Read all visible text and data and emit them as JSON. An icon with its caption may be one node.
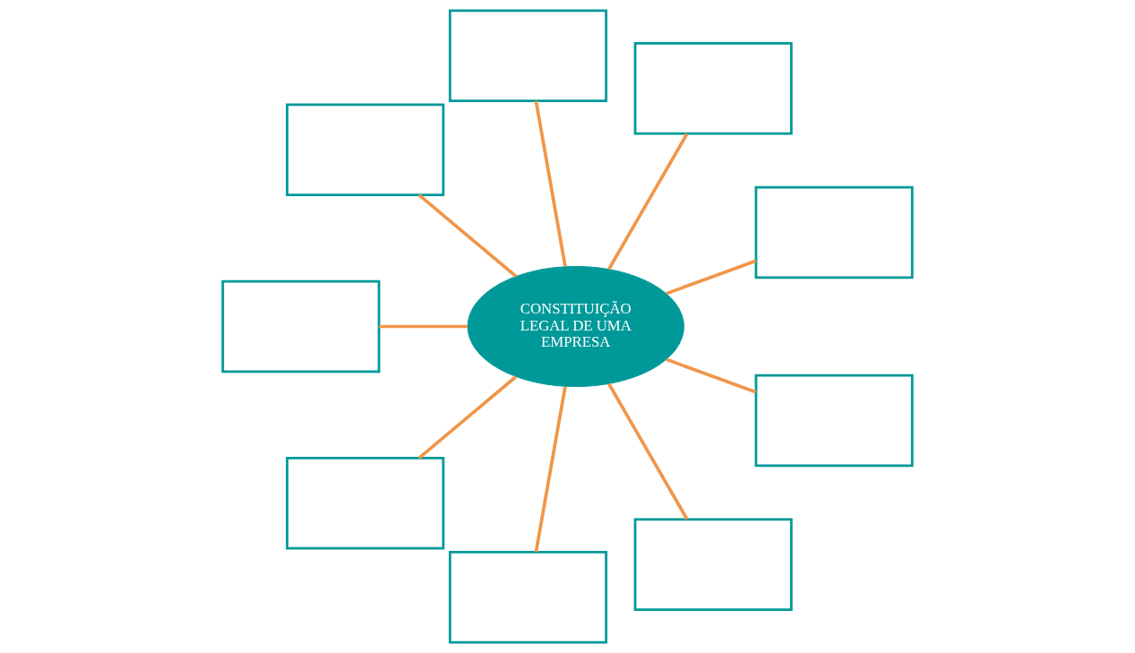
{
  "diagram": {
    "nodes": [
      {
        "text": [
          "CONSTITUIÇÃO LEGAL DE UMA EMPRESA"
        ]
      },
      {
        "text": [],
        "shape": "box"
      },
      {
        "text": [],
        "shape": "box"
      },
      {
        "text": [],
        "shape": "box"
      },
      {
        "text": [],
        "shape": "box"
      },
      {
        "text": [],
        "shape": "box"
      },
      {
        "text": [],
        "shape": "box"
      },
      {
        "text": [],
        "shape": "box"
      },
      {
        "text": [],
        "shape": "box"
      },
      {
        "text": [],
        "shape": "box"
      }
    ],
    "edges": [
      {
        "from": 0,
        "to": 1,
        "arrow": "none"
      },
      {
        "from": 0,
        "to": 2,
        "arrow": "none"
      },
      {
        "from": 0,
        "to": 3,
        "arrow": "none"
      },
      {
        "from": 0,
        "to": 4,
        "arrow": "none"
      },
      {
        "from": 0,
        "to": 5,
        "arrow": "none"
      },
      {
        "from": 0,
        "to": 6,
        "arrow": "none"
      },
      {
        "from": 0,
        "to": 7,
        "arrow": "none"
      },
      {
        "from": 0,
        "to": 8,
        "arrow": "none"
      },
      {
        "from": 0,
        "to": 9,
        "arrow": "none"
      }
    ]
  }
}
